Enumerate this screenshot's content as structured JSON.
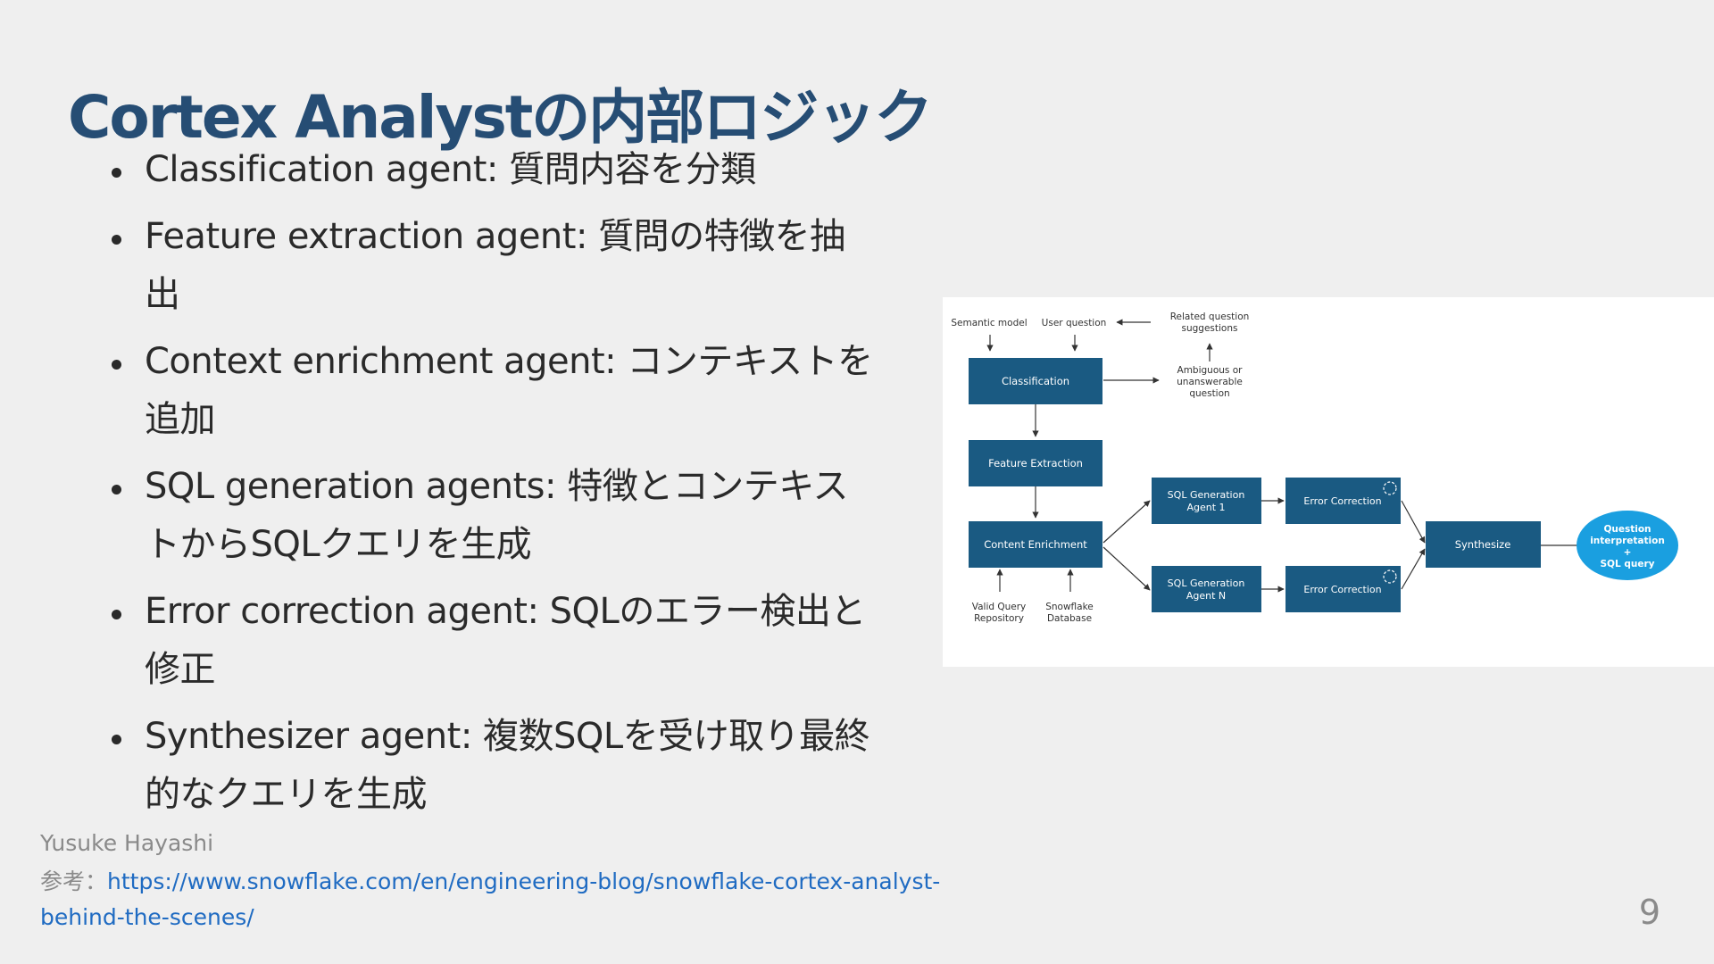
{
  "title": "Cortex Analystの内部ロジック",
  "bullets": [
    "Classification agent: 質問内容を分類",
    "Feature extraction agent: 質問の特徴を抽出",
    "Context enrichment agent: コンテキストを追加",
    "SQL generation agents: 特徴とコンテキストからSQLクエリを生成",
    "Error correction agent: SQLのエラー検出と修正",
    "Synthesizer agent: 複数SQLを受け取り最終的なクエリを生成"
  ],
  "diagram": {
    "semantic_model": "Semantic model",
    "user_question": "User question",
    "related_1": "Related question",
    "related_2": "suggestions",
    "ambiguous_1": "Ambiguous or",
    "ambiguous_2": "unanswerable",
    "ambiguous_3": "question",
    "classification": "Classification",
    "feature_extraction": "Feature Extraction",
    "content_enrichment": "Content Enrichment",
    "valid_query_1": "Valid Query",
    "valid_query_2": "Repository",
    "snowflake_db_1": "Snowflake",
    "snowflake_db_2": "Database",
    "sql_gen_1a": "SQL Generation",
    "sql_gen_1b": "Agent 1",
    "sql_gen_na": "SQL Generation",
    "sql_gen_nb": "Agent N",
    "error_correction_1": "Error Correction",
    "error_correction_n": "Error Correction",
    "synthesize": "Synthesize",
    "output_1": "Question",
    "output_2": "interpretation",
    "output_3": "+",
    "output_4": "SQL query"
  },
  "colors": {
    "title": "#264d74",
    "box": "#1a5a82",
    "oval": "#1a9fe0",
    "link": "#1f6bc2"
  },
  "footer": {
    "author": "Yusuke Hayashi",
    "ref_prefix": "参考：",
    "ref_url": "https://www.snowflake.com/en/engineering-blog/snowflake-cortex-analyst-behind-the-scenes/",
    "page_number": "9"
  }
}
